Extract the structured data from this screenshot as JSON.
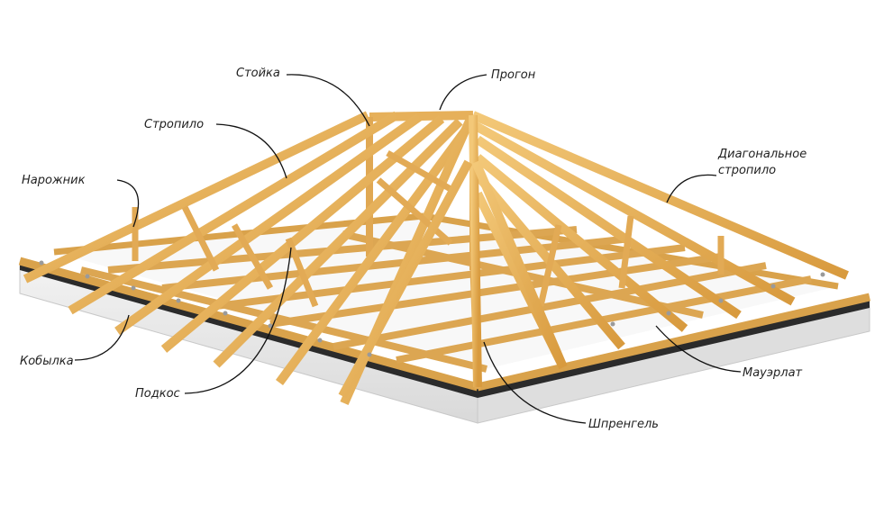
{
  "labels": {
    "stoyka": "Стойка",
    "progon": "Прогон",
    "stropilo": "Стропило",
    "narozhnik": "Нарожник",
    "diagonal_line1": "Диагональное",
    "diagonal_line2": "стропило",
    "kobylka": "Кобылка",
    "podkos": "Подкос",
    "mauerlat": "Мауэрлат",
    "shprengel": "Шпренгель"
  },
  "colors": {
    "timber": "#e8b45a",
    "timber_dark": "#c98c33",
    "timber_light": "#f5cf85",
    "concrete": "#e9e9e9",
    "concrete_dark": "#cfcfcf",
    "waterproofing": "#2b2b2b",
    "leader": "#111111"
  }
}
